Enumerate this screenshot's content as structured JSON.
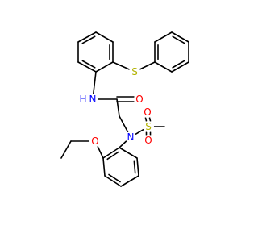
{
  "molecule": {
    "atoms": [
      {
        "id": "n_amide",
        "label": "N",
        "color": "#0000ff"
      },
      {
        "id": "h_amide",
        "label": "H",
        "color": "#0000ff"
      },
      {
        "id": "o_carbonyl",
        "label": "O",
        "color": "#ff0000"
      },
      {
        "id": "s_thioether",
        "label": "S",
        "color": "#b2b200"
      },
      {
        "id": "s_sulfonyl",
        "label": "S",
        "color": "#b2b200"
      },
      {
        "id": "o_sulfonyl_1",
        "label": "O",
        "color": "#ff0000"
      },
      {
        "id": "o_sulfonyl_2",
        "label": "O",
        "color": "#ff0000"
      },
      {
        "id": "n_sulfonamide",
        "label": "N",
        "color": "#0000ff"
      },
      {
        "id": "o_ether",
        "label": "O",
        "color": "#ff0000"
      }
    ]
  }
}
